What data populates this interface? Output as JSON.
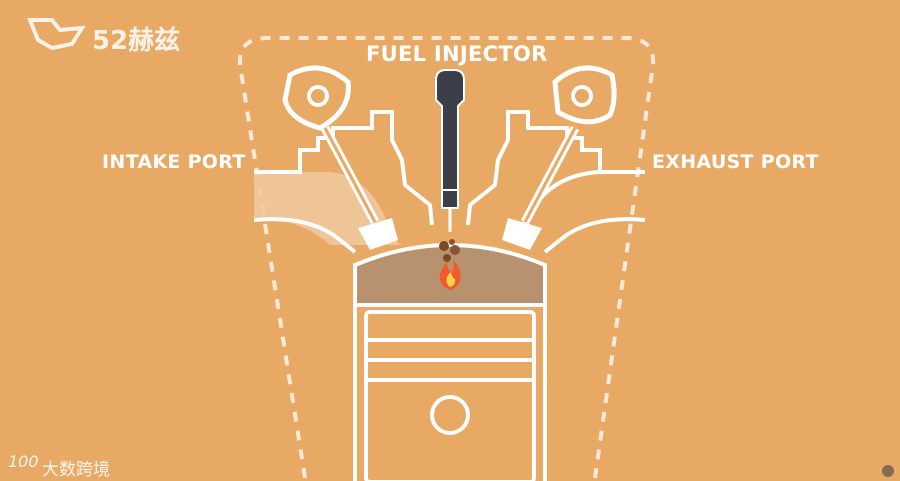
{
  "diagram": {
    "labels": {
      "fuel_injector": "FUEL INJECTOR",
      "intake_port": "INTAKE PORT",
      "exhaust_port": "EXHAUST PORT"
    },
    "colors": {
      "background": "#e8a964",
      "outline": "#ffffff",
      "chamber": "#b8916f",
      "intake_fill": "#f0c89c",
      "injector": "#3a3f4a",
      "flame": "#f25a2a"
    },
    "icons": [
      "intake-cam-icon",
      "exhaust-cam-icon",
      "fuel-injector-icon",
      "flame-icon"
    ]
  },
  "watermarks": {
    "top_left": "52赫兹",
    "bottom_left_logo": "100",
    "bottom_left_text": "大数跨境"
  }
}
